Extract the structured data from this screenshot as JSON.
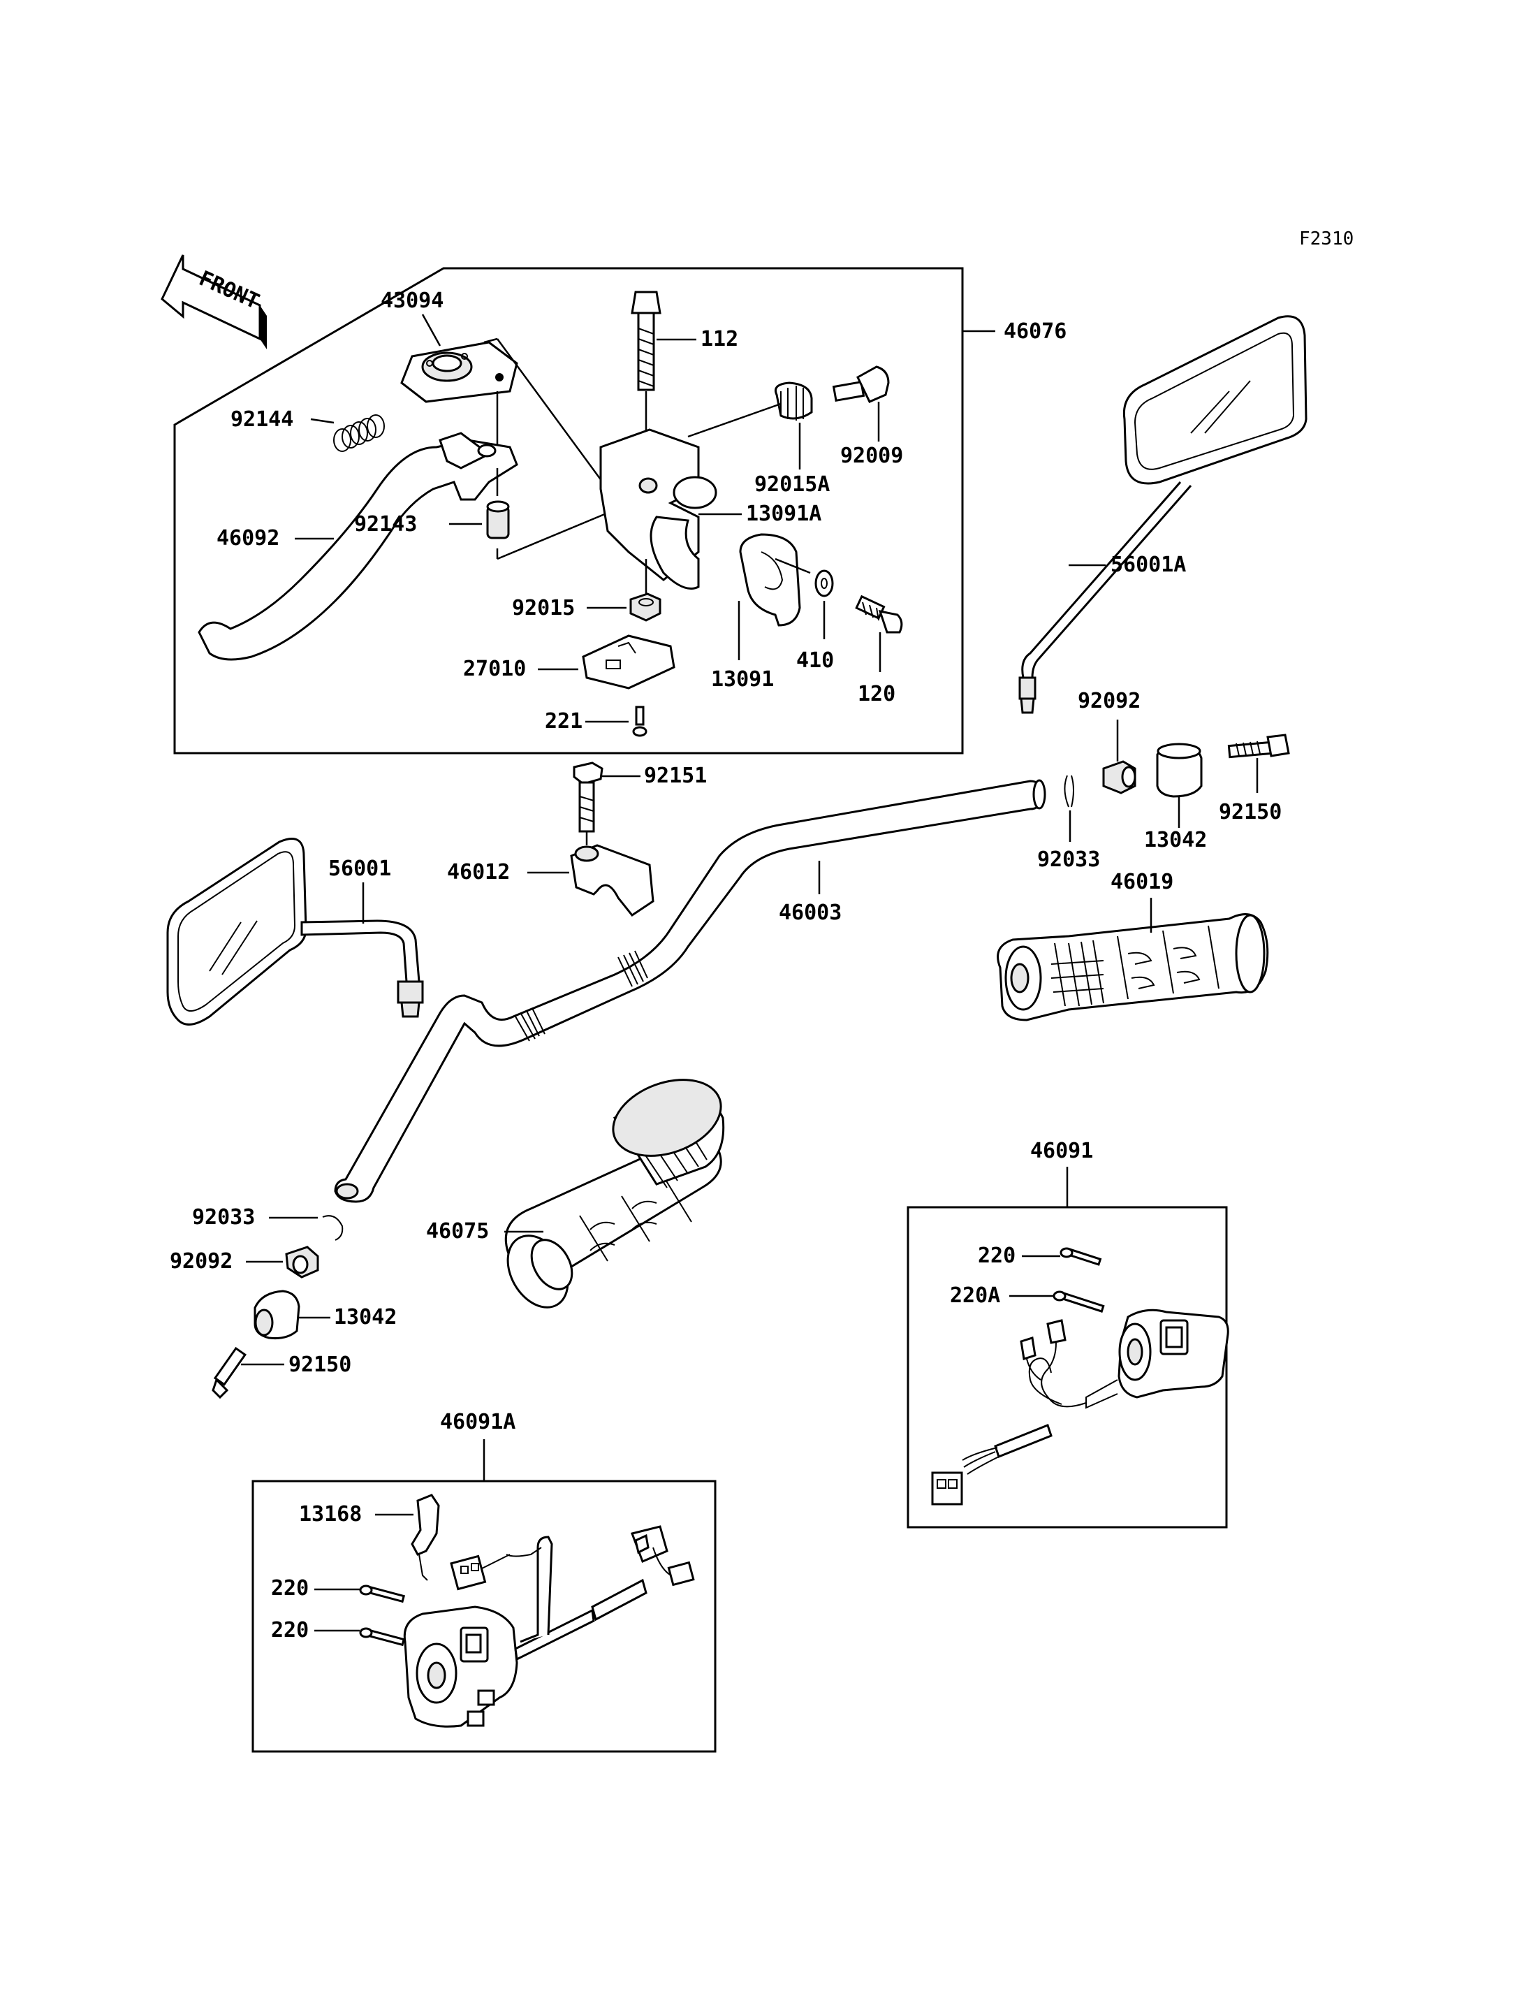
{
  "diagram_code": "F2310",
  "front_label": "FRONT",
  "boxes": {
    "clutch_lever_assy": "46076",
    "switch_right": "46091",
    "switch_left": "46091A"
  },
  "parts": {
    "p43094": "43094",
    "p112": "112",
    "p46076": "46076",
    "p92144": "92144",
    "p92015A": "92015A",
    "p92009": "92009",
    "p46092": "46092",
    "p92143": "92143",
    "p13091A": "13091A",
    "p56001A": "56001A",
    "p92015": "92015",
    "p410": "410",
    "p120": "120",
    "p27010": "27010",
    "p13091": "13091",
    "p221": "221",
    "p92092_r": "92092",
    "p92151": "92151",
    "p92150_r": "92150",
    "p13042_r": "13042",
    "p56001": "56001",
    "p46012": "46012",
    "p92033_r": "92033",
    "p46003": "46003",
    "p46019": "46019",
    "p46091": "46091",
    "p92033_l": "92033",
    "p46075": "46075",
    "p92092_l": "92092",
    "p220_r": "220",
    "p220A": "220A",
    "p13042_l": "13042",
    "p92150_l": "92150",
    "p46091A": "46091A",
    "p13168": "13168",
    "p220_l1": "220",
    "p220_l2": "220"
  }
}
